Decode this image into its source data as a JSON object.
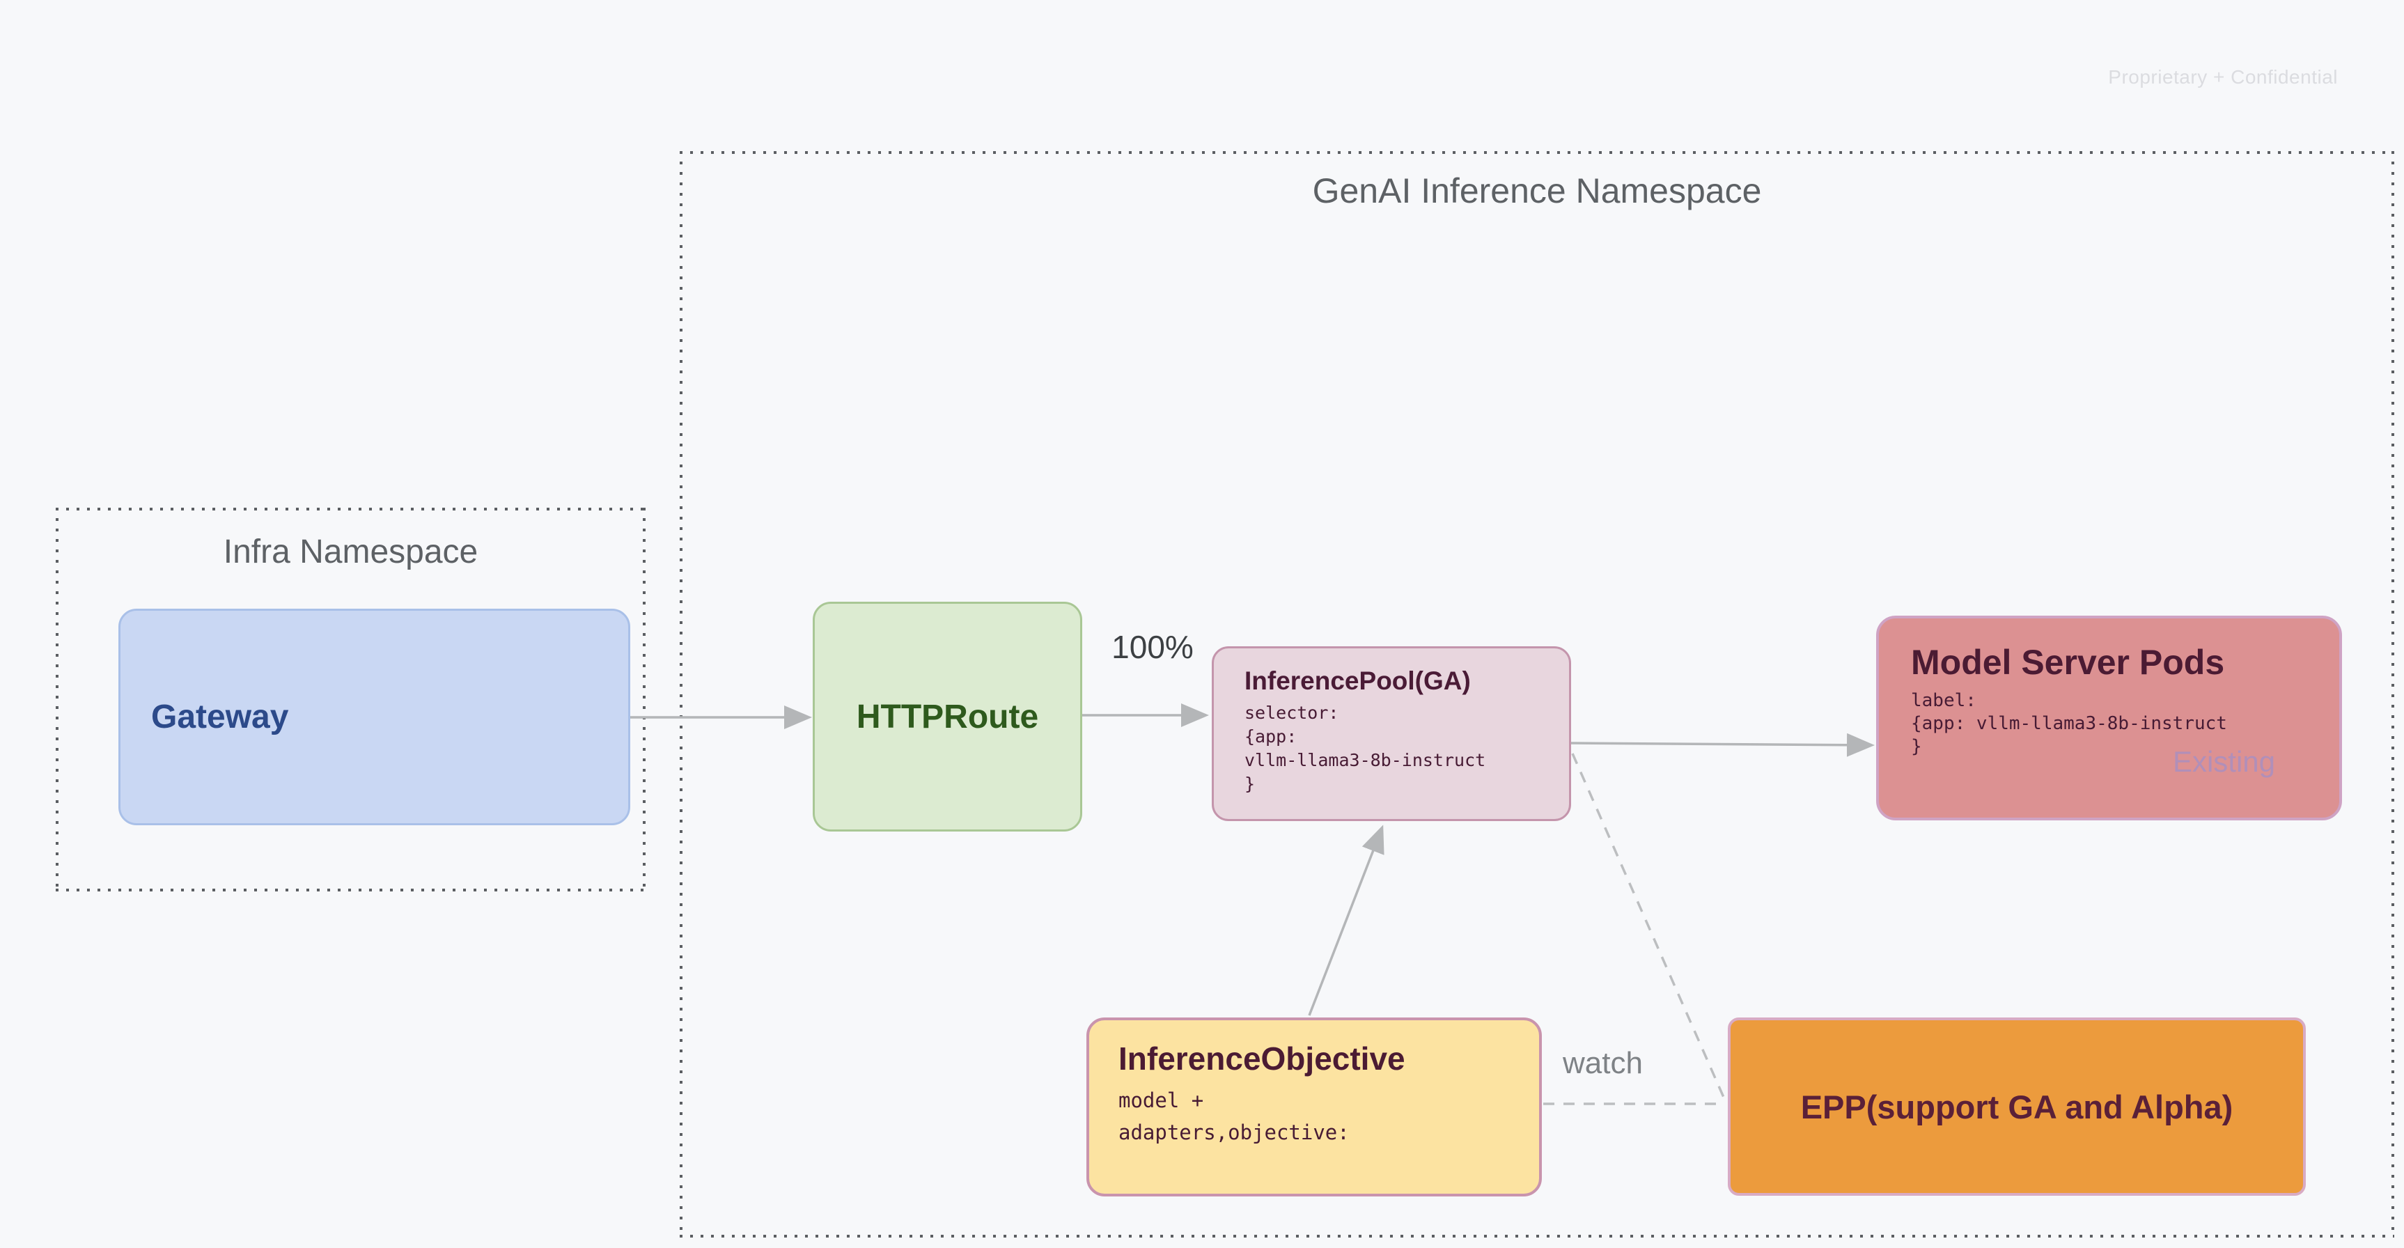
{
  "page": {
    "watermark": "Proprietary + Confidential",
    "background_color": "#f7f8fa"
  },
  "namespaces": {
    "genai": {
      "title": "GenAI Inference Namespace"
    },
    "infra": {
      "title": "Infra Namespace"
    }
  },
  "nodes": {
    "gateway": {
      "title": "Gateway",
      "fill": "#c9d7f3",
      "border": "#a9c0e8",
      "text_color": "#2c4a8a"
    },
    "httproute": {
      "title": "HTTPRoute",
      "fill": "#dcebd1",
      "border": "#a9c795",
      "text_color": "#2e5a1d"
    },
    "inference_pool": {
      "title": "InferencePool(GA)",
      "code": "selector:\n{app:\nvllm-llama3-8b-instruct\n}",
      "fill": "#e8d6de",
      "border": "#c495ac",
      "text_color": "#4a1b36"
    },
    "model_server_pods": {
      "title": "Model Server Pods",
      "code": "label:\n{app: vllm-llama3-8b-instruct\n}",
      "tag": "Existing",
      "fill": "#dc9192",
      "border": "#cfa3c4",
      "text_color": "#4b1b33",
      "tag_color": "#b18fb9"
    },
    "inference_objective": {
      "title": "InferenceObjective",
      "code": "model +\nadapters,objective:",
      "fill": "#fce3a1",
      "border": "#c994ad",
      "text_color": "#4b1b33"
    },
    "epp": {
      "title": "EPP(support GA and Alpha)",
      "fill": "#ec9b3d",
      "border": "#d8abc4",
      "text_color": "#5a2038"
    }
  },
  "edges": {
    "gateway_to_httproute": {
      "type": "solid-arrow"
    },
    "httproute_to_inference_pool": {
      "type": "solid-arrow",
      "label": "100%"
    },
    "inference_pool_to_model_server_pods": {
      "type": "solid-arrow"
    },
    "inference_objective_to_inference_pool": {
      "type": "solid-arrow"
    },
    "inference_pool_to_epp": {
      "type": "dashed"
    },
    "inference_objective_to_epp": {
      "type": "dashed",
      "label": "watch"
    }
  },
  "colors": {
    "arrow": "#b4b6b8",
    "dashed_line": "#bcbec0",
    "dotted_frame": "#5b5e62",
    "namespace_title": "#5d6165"
  }
}
